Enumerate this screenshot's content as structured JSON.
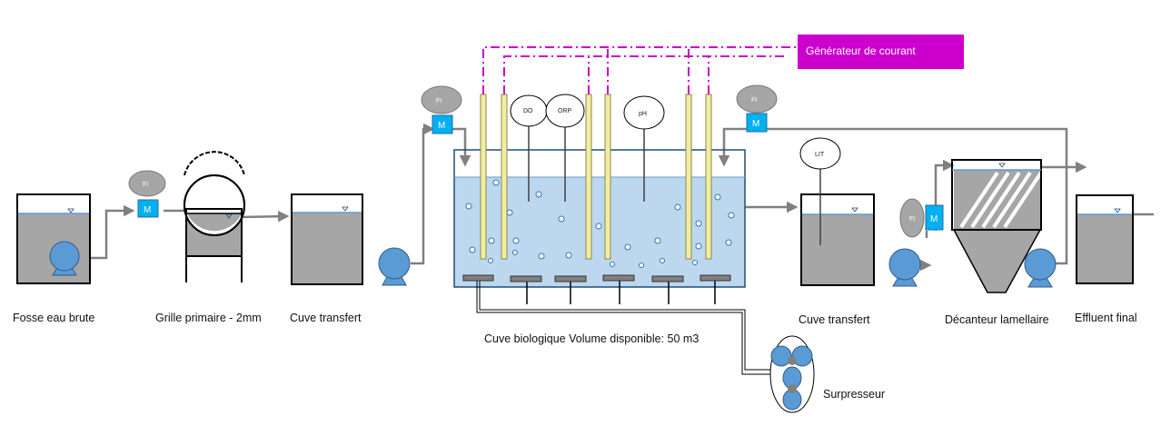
{
  "labels": {
    "fosse": "Fosse eau brute",
    "grille": "Grille primaire - 2mm",
    "cuve_transfert_1": "Cuve transfert",
    "cuve_bio": "Cuve biologique Volume disponible: 50 m3",
    "cuve_transfert_2": "Cuve transfert",
    "decanteur": "Décanteur lamellaire",
    "effluent": "Effluent final",
    "surpresseur": "Surpresseur",
    "generateur": "Générateur de courant"
  },
  "instruments": {
    "fi": "FI",
    "m": "M",
    "do": "DO",
    "orp": "ORP",
    "ph": "pH",
    "lit": "LIT"
  },
  "colors": {
    "water": "#a6a6a6",
    "bio_water": "#bdd7ee",
    "pump": "#5b9bd5",
    "flowmeter": "#a6a6a6",
    "motor": "#00b0f0",
    "electrode": "#f2eda1",
    "generator": "#cc00cc",
    "pipe": "#808080"
  }
}
